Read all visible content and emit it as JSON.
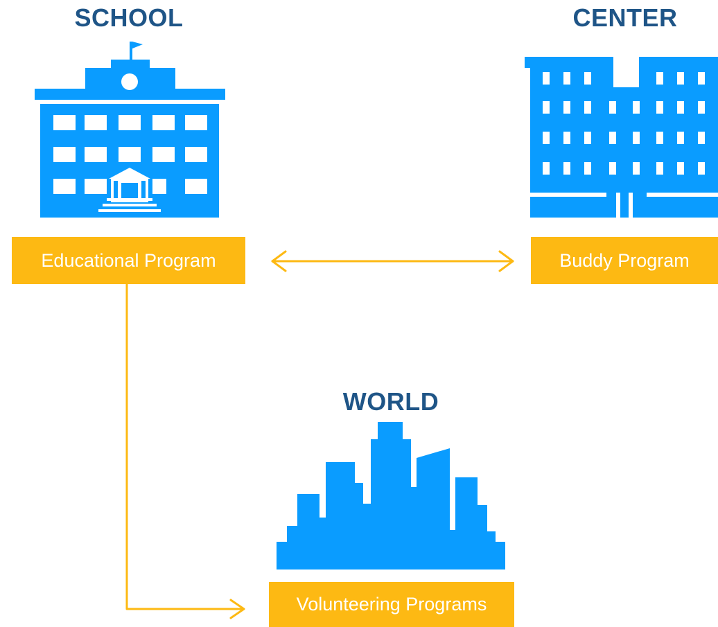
{
  "nodes": {
    "school": {
      "heading": "SCHOOL",
      "program": "Educational Program",
      "icon": "school-building-icon"
    },
    "center": {
      "heading": "CENTER",
      "program": "Buddy Program",
      "icon": "office-building-icon"
    },
    "world": {
      "heading": "WORLD",
      "program": "Volunteering Programs",
      "icon": "city-skyline-icon"
    }
  },
  "edges": [
    {
      "from": "Educational Program",
      "to": "Buddy Program",
      "direction": "both"
    },
    {
      "from": "Educational Program",
      "to": "Volunteering Programs",
      "direction": "forward"
    }
  ],
  "colors": {
    "heading": "#1f5587",
    "icon": "#0a9cff",
    "box": "#fdb913",
    "box_text": "#ffffff",
    "connector": "#fdb913"
  }
}
